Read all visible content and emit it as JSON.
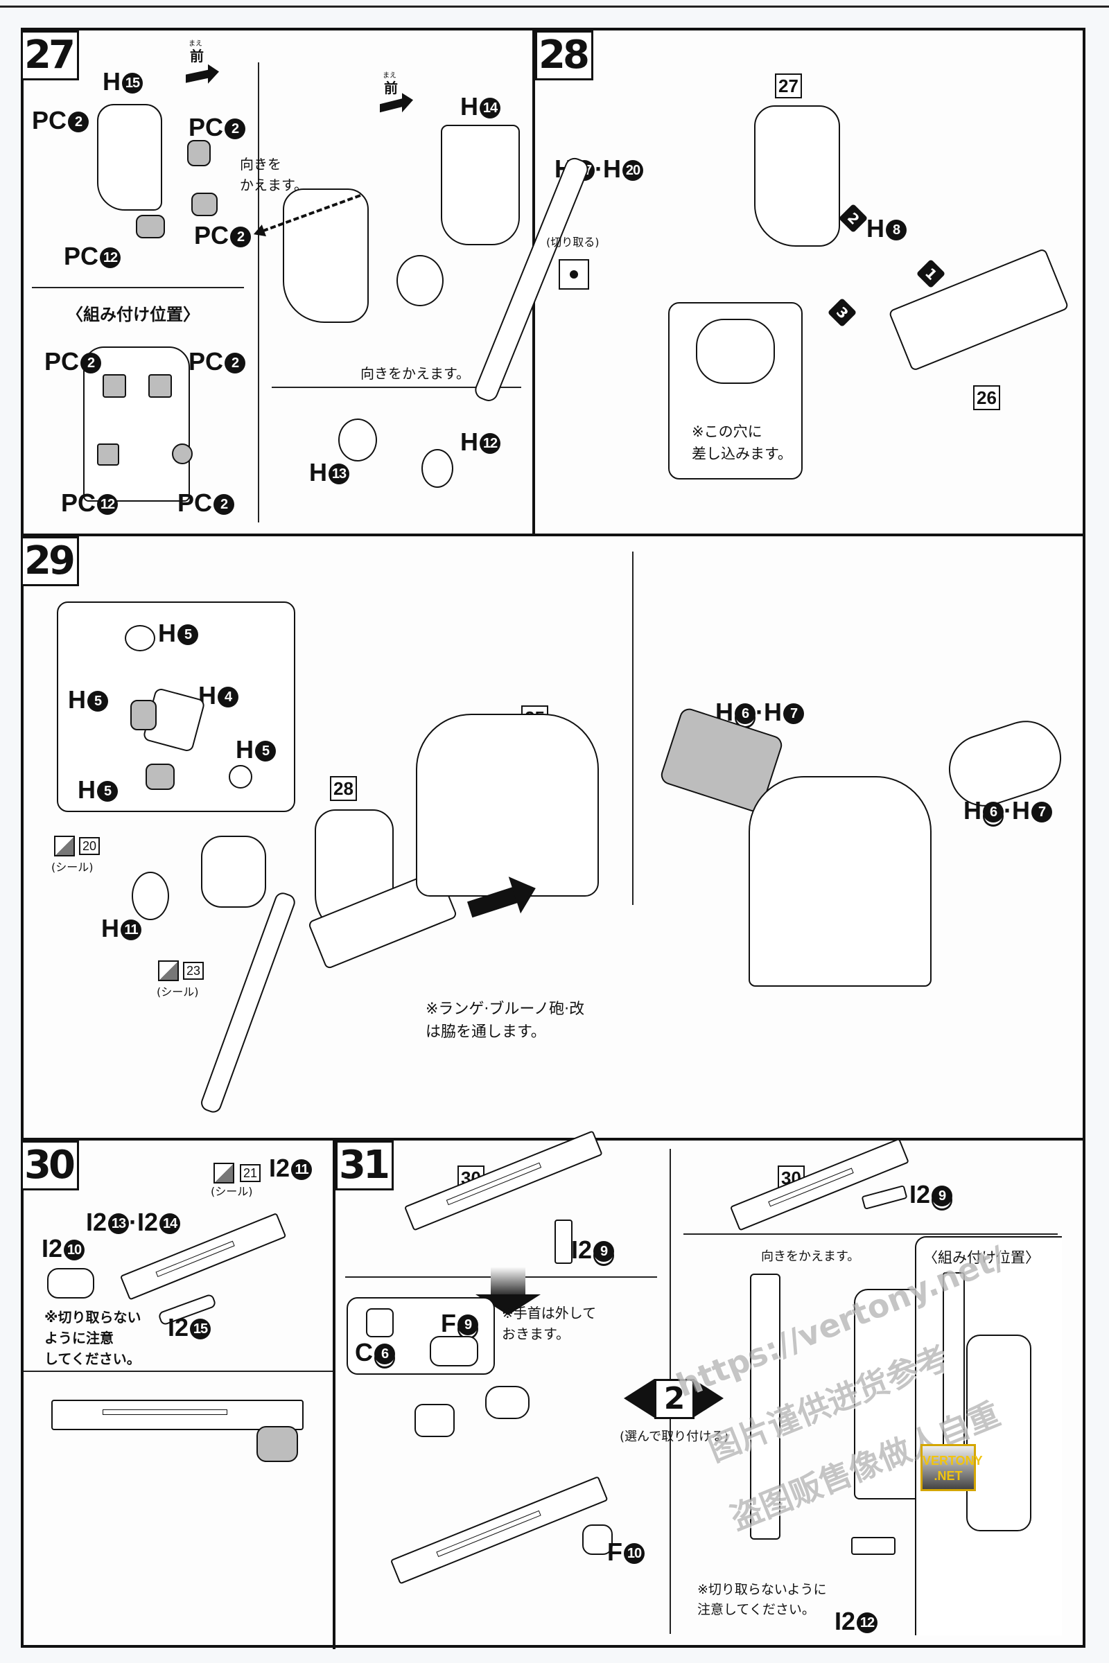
{
  "steps": {
    "s27": {
      "number": "27",
      "front_label": "前",
      "front_ruby": "まえ",
      "labels": {
        "h15": {
          "prefix": "H",
          "num": "15"
        },
        "pc2_a": {
          "prefix": "PC",
          "num": "2"
        },
        "pc2_b": {
          "prefix": "PC",
          "num": "2"
        },
        "pc2_c": {
          "prefix": "PC",
          "num": "2"
        },
        "pc12": {
          "prefix": "PC",
          "num": "12"
        },
        "h14": {
          "prefix": "H",
          "num": "14"
        },
        "h12": {
          "prefix": "H",
          "num": "12"
        },
        "h13": {
          "prefix": "H",
          "num": "13"
        }
      },
      "note_turn_1": "向きを\nかえます。",
      "note_turn_2": "向きをかえます。",
      "position_title": "〈組み付け位置〉",
      "position_labels": {
        "tl": {
          "prefix": "PC",
          "num": "2"
        },
        "tr": {
          "prefix": "PC",
          "num": "2"
        },
        "bl": {
          "prefix": "PC",
          "num": "12"
        },
        "br": {
          "prefix": "PC",
          "num": "2"
        }
      }
    },
    "s28": {
      "number": "28",
      "ref_27": "27",
      "ref_26": "26",
      "label_h17_h20": {
        "p1": "H",
        "n1": "17",
        "sep": "·",
        "p2": "H",
        "n2": "20"
      },
      "label_h8": {
        "prefix": "H",
        "num": "8"
      },
      "order": [
        "1",
        "2",
        "3"
      ],
      "cut_note": "(切り取る)",
      "hole_note": "※この穴に\n差し込みます。"
    },
    "s29": {
      "number": "29",
      "ref_28": "28",
      "ref_25": "25",
      "callout_labels": {
        "h5_top": {
          "prefix": "H",
          "num": "5"
        },
        "h4": {
          "prefix": "H",
          "num": "4"
        },
        "h5_left": {
          "prefix": "H",
          "num": "5"
        },
        "h5_right": {
          "prefix": "H",
          "num": "5"
        },
        "h5_bottom": {
          "prefix": "H",
          "num": "5"
        }
      },
      "h11": {
        "prefix": "H",
        "num": "11"
      },
      "sticker_20": "20",
      "sticker_23": "23",
      "sticker_note": "(シール)",
      "side_note": "※ランゲ·ブルーノ砲·改\nは脇を通します。",
      "h6_h7_a": {
        "p1": "H",
        "n1": "6",
        "sep": "·",
        "p2": "H",
        "n2": "7"
      },
      "h6_h7_b": {
        "p1": "H",
        "n1": "6",
        "sep": "·",
        "p2": "H",
        "n2": "7"
      }
    },
    "s30": {
      "number": "30",
      "i2_11": {
        "prefix": "I2",
        "num": "11"
      },
      "i2_13_14": {
        "p1": "I2",
        "n1": "13",
        "sep": "·",
        "p2": "I2",
        "n2": "14"
      },
      "i2_10": {
        "prefix": "I2",
        "num": "10"
      },
      "i2_15": {
        "prefix": "I2",
        "num": "15"
      },
      "sticker_21": "21",
      "sticker_note": "(シール)",
      "cut_warning": "※切り取らない\nように注意\nしてください。"
    },
    "s31": {
      "number": "31",
      "ref_30_a": "30",
      "ref_30_b": "30",
      "i2_9_a": {
        "prefix": "I2",
        "num": "9"
      },
      "i2_9_b": {
        "prefix": "I2",
        "num": "9"
      },
      "f9": {
        "prefix": "F",
        "num": "9"
      },
      "c6": {
        "prefix": "C",
        "num": "6"
      },
      "f10": {
        "prefix": "F",
        "num": "10"
      },
      "i2_12": {
        "prefix": "I2",
        "num": "12"
      },
      "wrist_note": "※手首は外して\nおきます。",
      "choose_number": "2",
      "choose_note": "(選んで取り付ける)",
      "turn_note": "向きをかえます。",
      "cut_warning": "※切り取らないように\n注意してください。",
      "position_title": "〈組み付け位置〉"
    }
  },
  "watermark": {
    "url": "https://vertony.net/",
    "line1": "图片谨供进货参考",
    "line2": "盗图贩售像做人自重",
    "badge": "VERTONY\n.NET"
  }
}
